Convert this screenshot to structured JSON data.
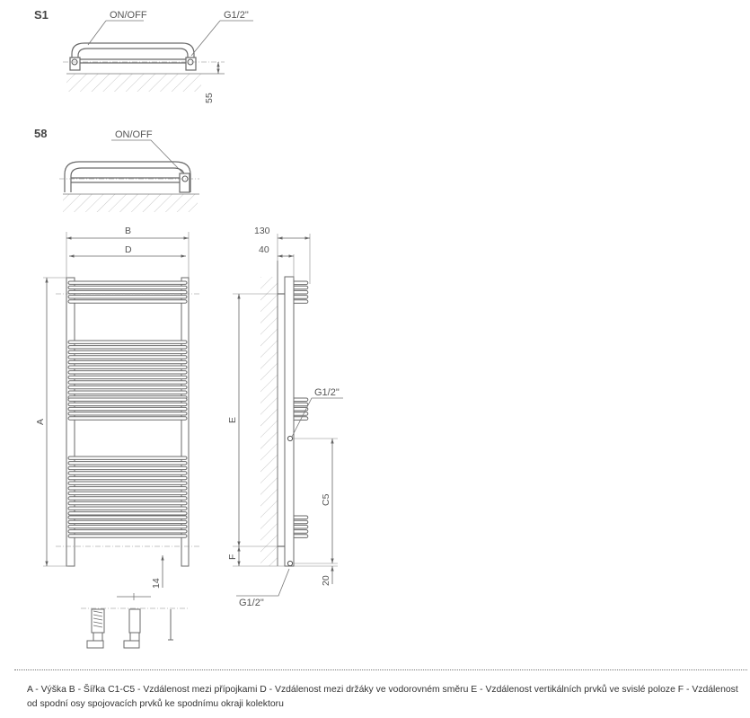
{
  "sections": {
    "s1": {
      "title": "S1",
      "switch_label": "ON/OFF",
      "thread_label": "G1/2\"",
      "depth_dim": "55"
    },
    "s58": {
      "title": "58",
      "switch_label": "ON/OFF",
      "width_b": "B",
      "width_d": "D",
      "height_a": "A",
      "clearance_14": "14",
      "depth_130": "130",
      "depth_40": "40",
      "height_e": "E",
      "thread_upper": "G1/2\"",
      "spacing_c5": "C5",
      "offset_f": "F",
      "dim_20": "20",
      "thread_lower": "G1/2\""
    }
  },
  "legend_text": "A - Výška B - Šířka C1-C5 - Vzdálenost mezi přípojkami D - Vzdálenost mezi držáky ve vodorovném směru E - Vzdálenost vertikálních prvků ve svislé poloze F - Vzdálenost od spodní osy spojovacích prvků ke spodnímu okraji kolektoru"
}
